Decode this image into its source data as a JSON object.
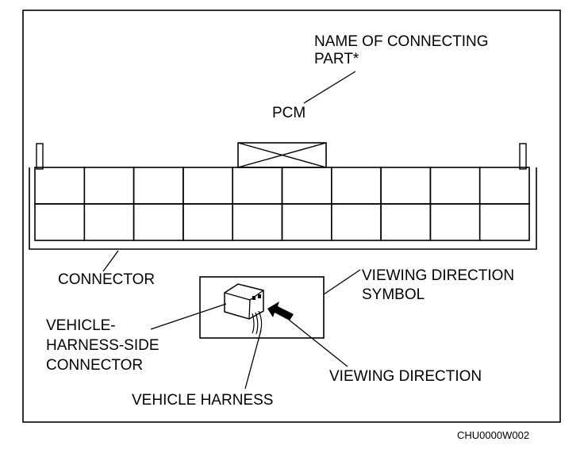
{
  "labels": {
    "name_of_connecting_part_line1": "NAME OF CONNECTING",
    "name_of_connecting_part_line2": "PART*",
    "pcm": "PCM",
    "connector": "CONNECTOR",
    "viewing_direction_symbol_line1": "VIEWING DIRECTION",
    "viewing_direction_symbol_line2": "SYMBOL",
    "vehicle_harness_side_connector_line1": "VEHICLE-",
    "vehicle_harness_side_connector_line2": "HARNESS-SIDE",
    "vehicle_harness_side_connector_line3": "CONNECTOR",
    "viewing_direction": "VIEWING DIRECTION",
    "vehicle_harness": "VEHICLE HARNESS"
  },
  "figure_code": "CHU0000W002",
  "connector": {
    "columns": 10,
    "rows": 2
  }
}
